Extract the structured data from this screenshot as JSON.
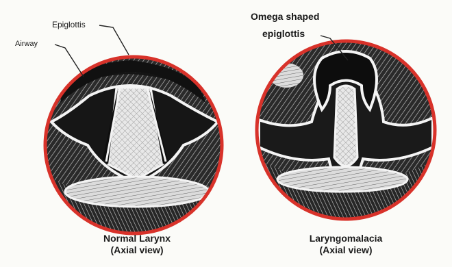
{
  "panels": {
    "normal": {
      "labels": {
        "epiglottis": "Epiglottis",
        "airway": "Airway"
      },
      "caption": {
        "line1": "Normal Larynx",
        "line2": "(Axial view)"
      }
    },
    "laryngomalacia": {
      "labels": {
        "omega_line1": "Omega shaped",
        "omega_line2": "epiglottis"
      },
      "caption": {
        "line1": "Laryngomalacia",
        "line2": "(Axial view)"
      }
    }
  },
  "colors": {
    "circle_border": "#d8322a",
    "tissue_dark": "#1c1c1c",
    "tissue_light": "#eeeeee",
    "background": "#fbfbf8"
  }
}
